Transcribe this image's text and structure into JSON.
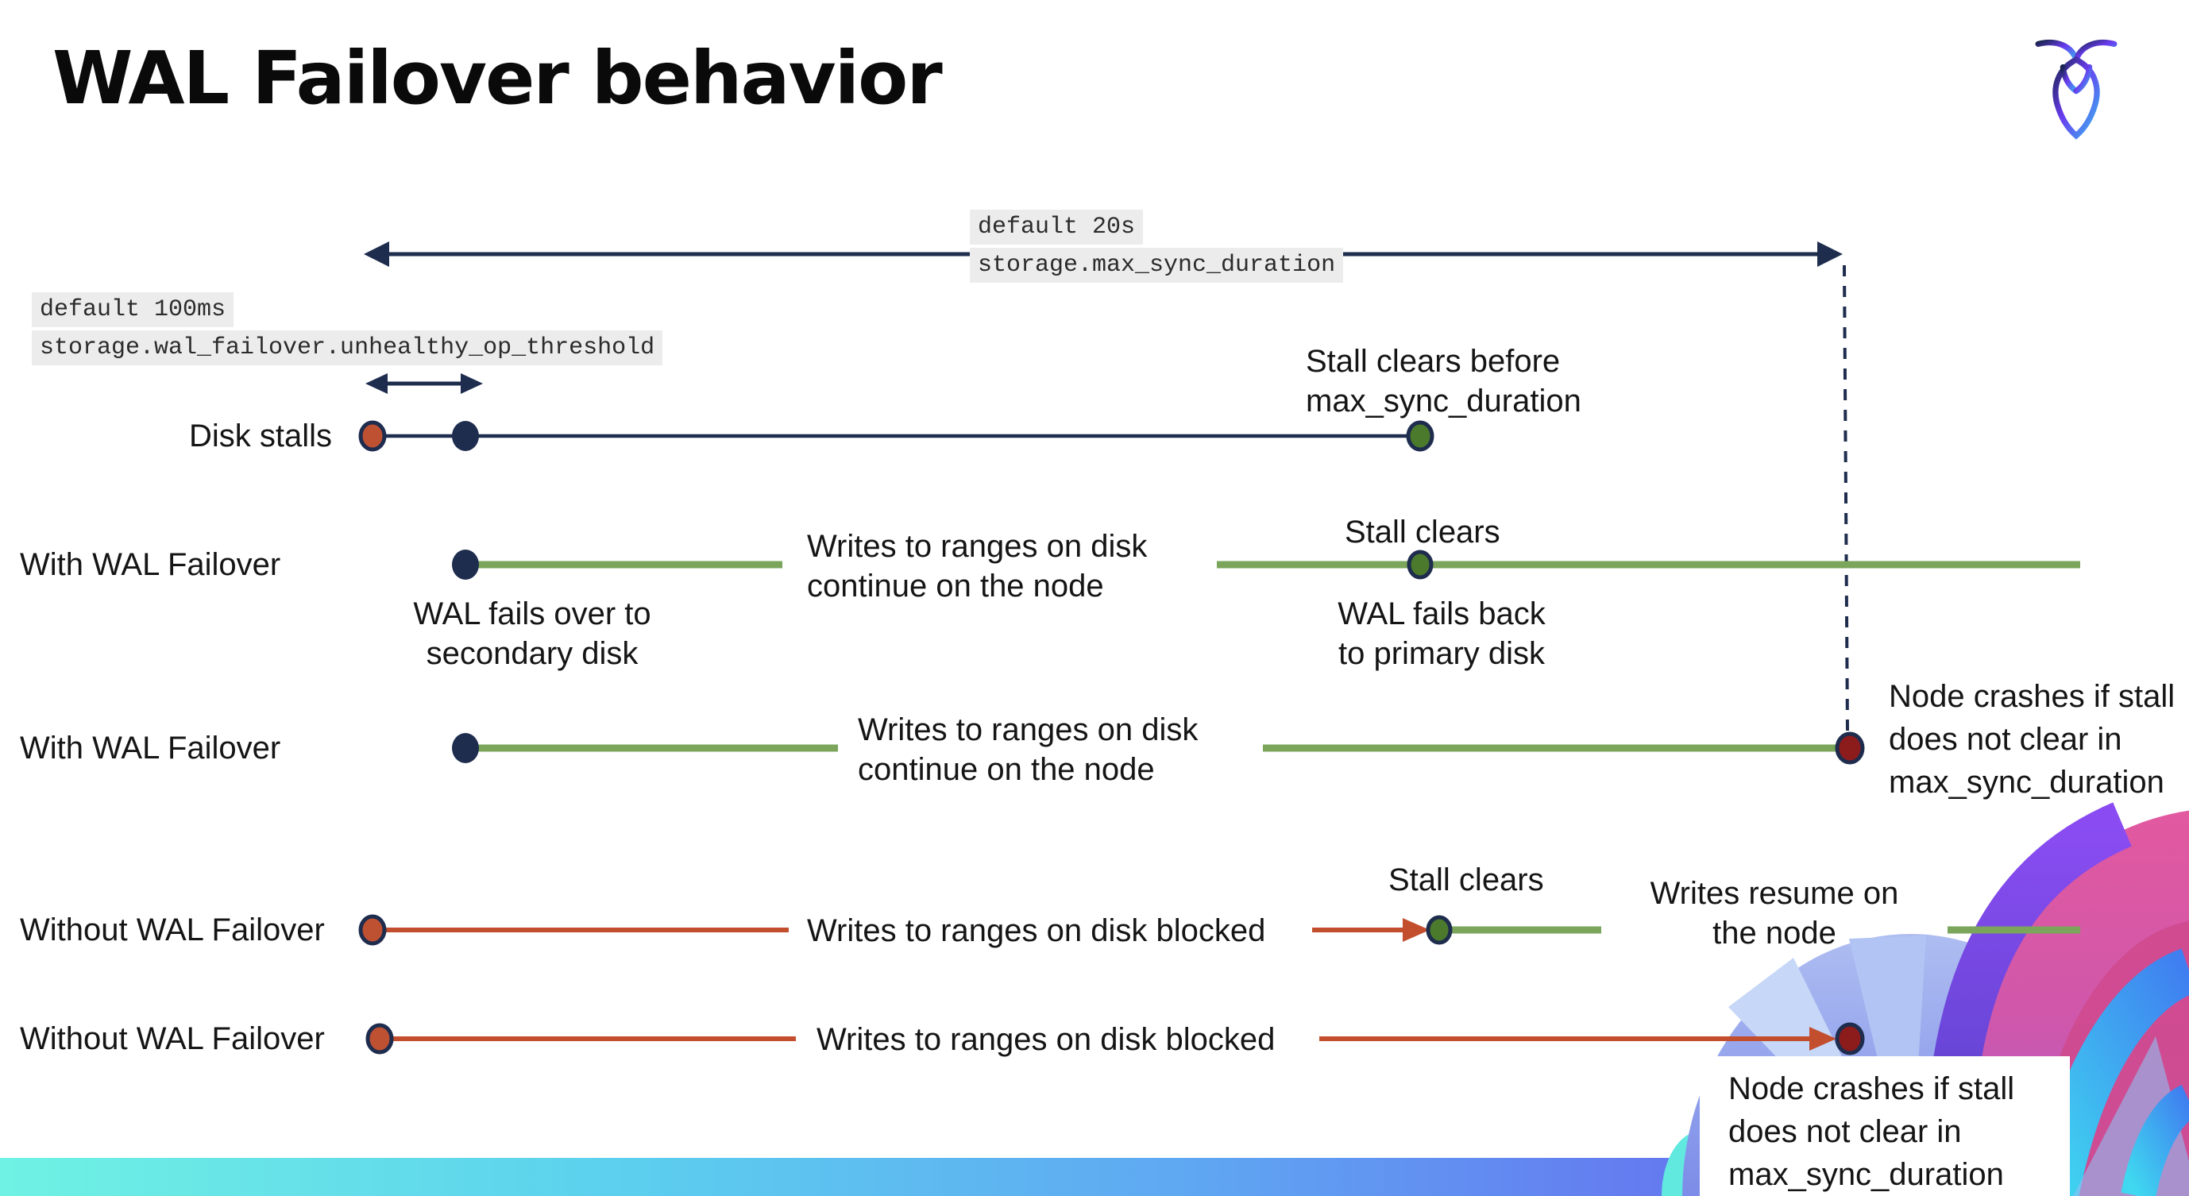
{
  "title": "WAL Failover behavior",
  "logo": {
    "name": "cockroachdb-logo"
  },
  "config_labels": {
    "max_sync": {
      "line1": "default 20s",
      "line2": "storage.max_sync_duration"
    },
    "unhealthy_op": {
      "line1": "default 100ms",
      "line2": "storage.wal_failover.unhealthy_op_threshold"
    }
  },
  "rows": [
    {
      "label": "Disk stalls"
    },
    {
      "label": "With WAL Failover"
    },
    {
      "label": "With WAL Failover"
    },
    {
      "label": "Without WAL Failover"
    },
    {
      "label": "Without WAL Failover"
    }
  ],
  "annotations": {
    "stall_clears_before": "Stall clears before\nmax_sync_duration",
    "stall_clears_row2": "Stall clears",
    "stall_clears_row4": "Stall clears",
    "wal_fails_over": "WAL fails over to\nsecondary disk",
    "wal_fails_back": "WAL fails  back\nto primary disk",
    "writes_continue_row2": "Writes to ranges on disk\ncontinue on the node",
    "writes_continue_row3": "Writes to ranges on disk\ncontinue on the node",
    "writes_blocked_row4": "Writes to ranges on disk  blocked",
    "writes_blocked_row5": "Writes to ranges on disk  blocked",
    "writes_resume": "Writes resume on\nthe node",
    "node_crashes_row3": "Node crashes if stall\ndoes not clear in\nmax_sync_duration",
    "node_crashes_row5": "Node crashes if stall\ndoes not clear in\nmax_sync_duration"
  },
  "colors": {
    "navy": "#1e2c4e",
    "green_line": "#7aa55a",
    "green_dot": "#4c7a2c",
    "red_line": "#c24e2e",
    "terracotta_dot": "#bf5133",
    "crash_dot": "#8c1c1c",
    "label_bg": "#ececec",
    "bar_gradient_left": "#6ff2e3",
    "bar_gradient_right": "#7157ee"
  }
}
